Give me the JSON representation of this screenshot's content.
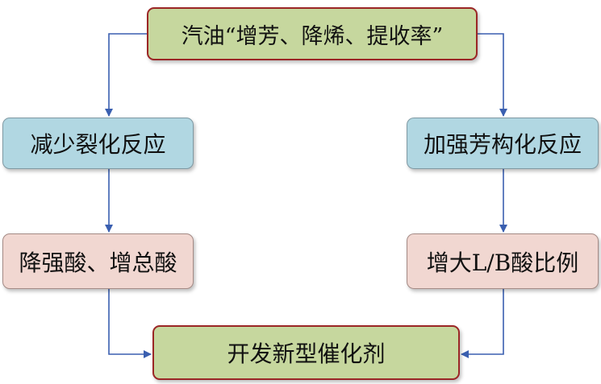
{
  "diagram": {
    "top": "汽油“增芳、降烯、提收率”",
    "left_step_1": "减少裂化反应",
    "right_step_1": "加强芳构化反应",
    "left_step_2": "降强酸、增总酸",
    "right_step_2": "增大L/B酸比例",
    "bottom": "开发新型催化剂"
  },
  "colors": {
    "top_bottom_fill": "#c6d79e",
    "top_bottom_border": "#9b2626",
    "stage1_fill": "#b1d7e2",
    "stage2_fill": "#f1d7d1",
    "arrow": "#3a5fb0"
  }
}
